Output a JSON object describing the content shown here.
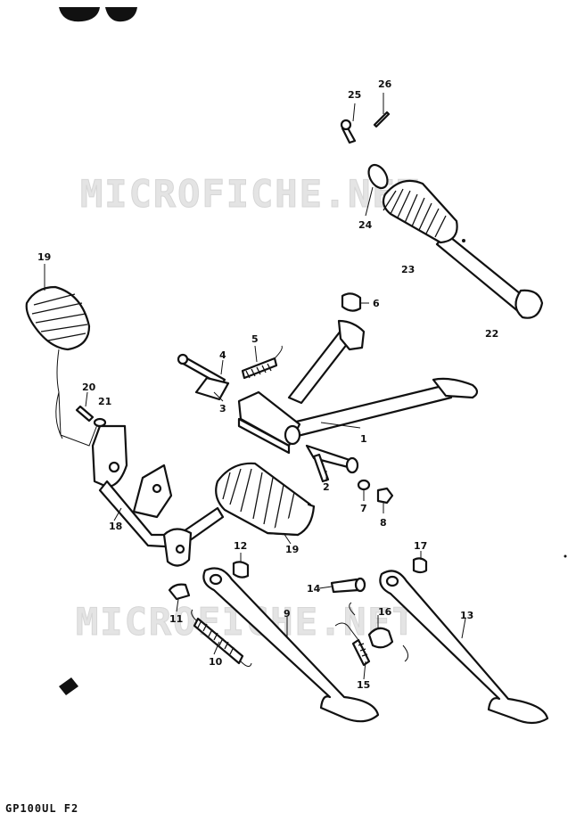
{
  "watermarks": [
    "MICROFICHE.NET",
    "MICROFICHE.NET"
  ],
  "footer_code": "GP100UL F2",
  "callouts": [
    {
      "key": "1",
      "text": "1"
    },
    {
      "key": "2",
      "text": "2"
    },
    {
      "key": "3",
      "text": "3"
    },
    {
      "key": "4",
      "text": "4"
    },
    {
      "key": "5",
      "text": "5"
    },
    {
      "key": "6",
      "text": "6"
    },
    {
      "key": "7",
      "text": "7"
    },
    {
      "key": "8",
      "text": "8"
    },
    {
      "key": "9",
      "text": "9"
    },
    {
      "key": "10",
      "text": "10"
    },
    {
      "key": "11",
      "text": "11"
    },
    {
      "key": "12",
      "text": "12"
    },
    {
      "key": "13",
      "text": "13"
    },
    {
      "key": "14",
      "text": "14"
    },
    {
      "key": "15",
      "text": "15"
    },
    {
      "key": "16",
      "text": "16"
    },
    {
      "key": "17",
      "text": "17"
    },
    {
      "key": "18",
      "text": "18"
    },
    {
      "key": "19a",
      "text": "19"
    },
    {
      "key": "19b",
      "text": "19"
    },
    {
      "key": "20",
      "text": "20"
    },
    {
      "key": "21",
      "text": "21"
    },
    {
      "key": "22",
      "text": "22"
    },
    {
      "key": "23",
      "text": "23"
    },
    {
      "key": "24",
      "text": "24"
    },
    {
      "key": "25",
      "text": "25"
    },
    {
      "key": "26",
      "text": "26"
    }
  ]
}
